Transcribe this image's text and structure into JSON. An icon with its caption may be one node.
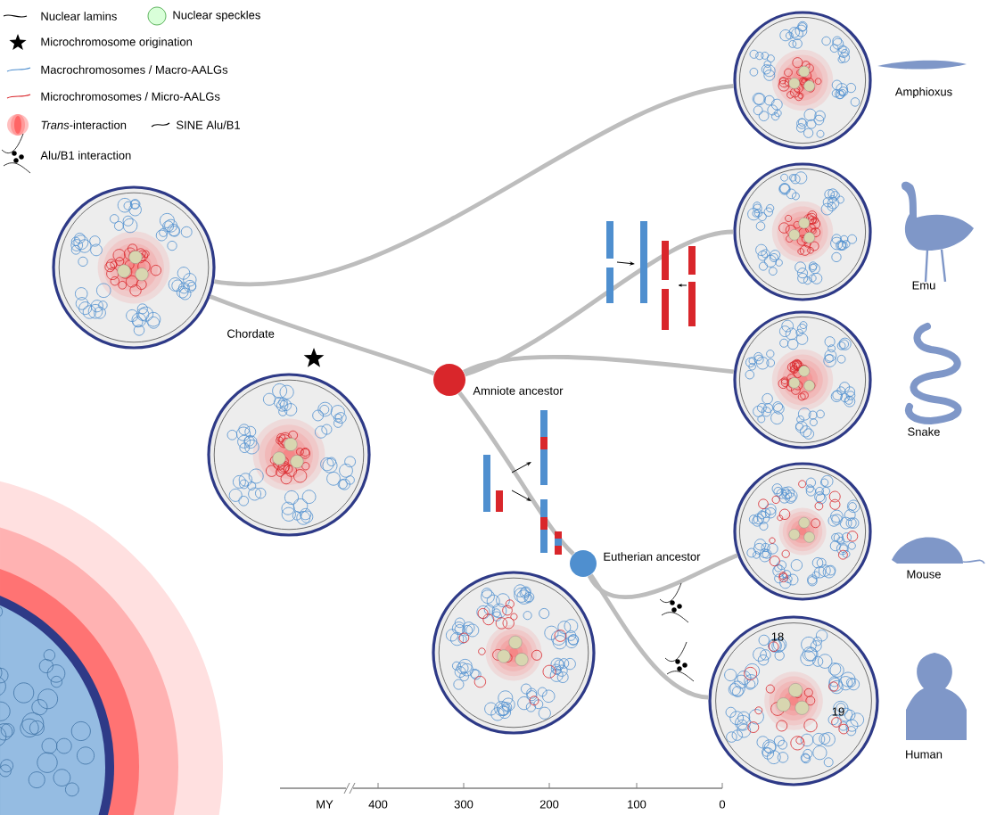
{
  "diagram": {
    "nodes": [
      {
        "text": [],
        "shape": "picture",
        "beside": [
          "Chordate"
        ]
      },
      {
        "text": [],
        "shape": "picture"
      },
      {
        "text": [],
        "shape": "picture"
      },
      {
        "text": [],
        "shape": "circle",
        "beside": [
          "Amniote ancestor"
        ]
      },
      {
        "text": [],
        "shape": "picture"
      },
      {
        "text": [],
        "shape": "picture"
      },
      {
        "text": [],
        "shape": "circle",
        "beside": [
          "Eutherian ancestor"
        ]
      },
      {
        "text": [],
        "shape": "picture"
      },
      {
        "text": [],
        "shape": "picture"
      },
      {
        "text": [],
        "shape": "picture"
      }
    ],
    "edges": [
      {
        "from": 0,
        "to": 1,
        "arrow": "none"
      },
      {
        "from": 0,
        "to": 3,
        "arrow": "none"
      },
      {
        "from": 3,
        "to": 4,
        "arrow": "none"
      },
      {
        "from": 3,
        "to": 5,
        "arrow": "none"
      },
      {
        "from": 3,
        "to": 6,
        "arrow": "none"
      },
      {
        "from": 6,
        "to": 7,
        "arrow": "none"
      },
      {
        "from": 6,
        "to": 9,
        "arrow": "none"
      }
    ],
    "labels": [
      "18",
      "19",
      "Amphioxus",
      "Emu",
      "Snake",
      "Mouse",
      "Human",
      "MY",
      "400",
      "300",
      "200",
      "100",
      "0"
    ],
    "legend": [
      {
        "text": "Nuclear lamins"
      },
      {
        "text": "Nuclear speckles"
      },
      {
        "text": "Microchromosome origination"
      },
      {
        "text": "Macrochromosomes / Macro-AALGs"
      },
      {
        "text": "Microchromosomes / Micro-AALGs"
      },
      {
        "text": "*Trans*-interaction"
      },
      {
        "text": "SINE Alu/B1"
      },
      {
        "text": "Alu/B1 interaction"
      }
    ]
  }
}
